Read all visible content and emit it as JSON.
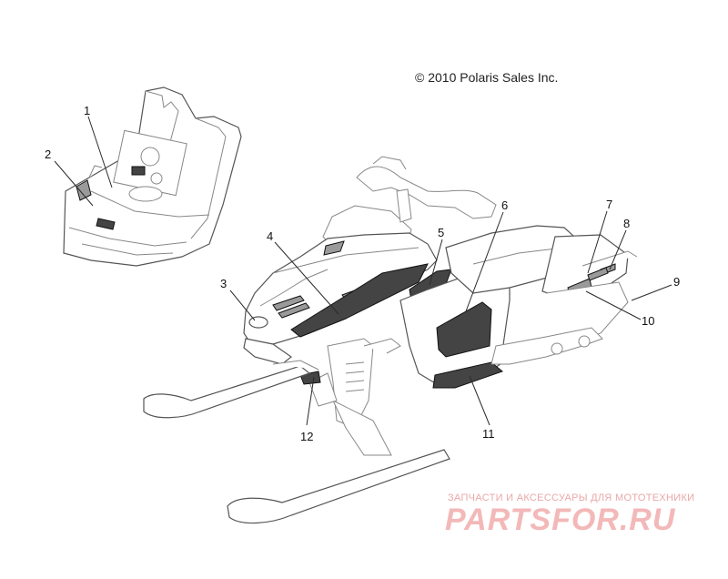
{
  "copyright": "© 2010 Polaris Sales Inc.",
  "callouts": [
    "1",
    "2",
    "3",
    "4",
    "5",
    "6",
    "7",
    "8",
    "9",
    "10",
    "11",
    "12"
  ],
  "watermark": {
    "tagline": "ЗАПЧАСТИ И АКСЕССУАРЫ ДЛЯ МОТОТЕХНИКИ",
    "logo": "PARTSFOR.RU"
  }
}
